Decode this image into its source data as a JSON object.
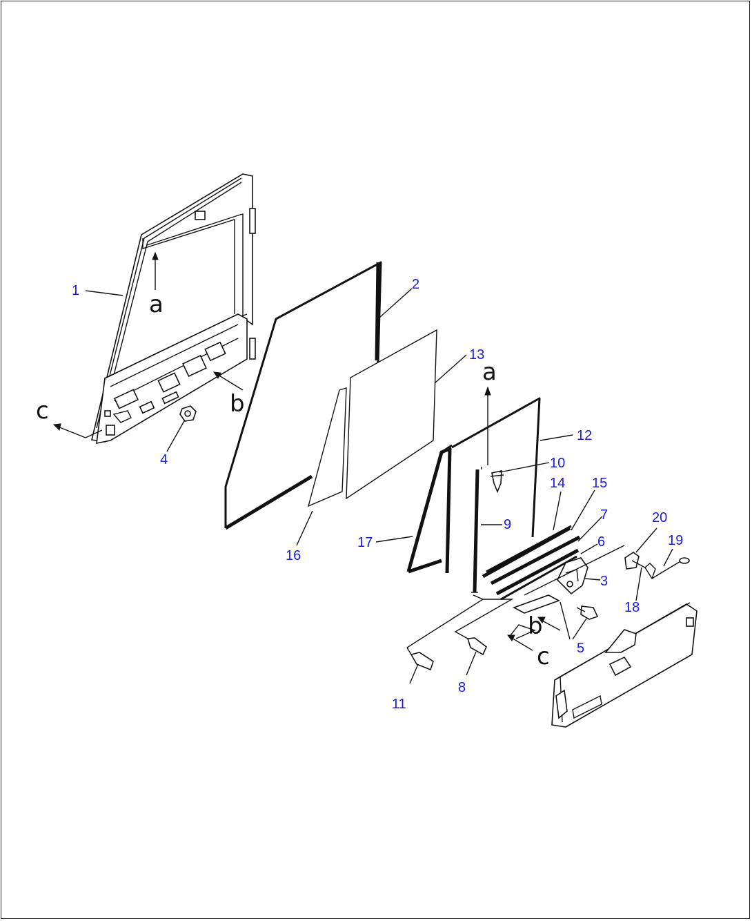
{
  "callouts": [
    {
      "id": "1",
      "text": "1"
    },
    {
      "id": "2",
      "text": "2"
    },
    {
      "id": "3",
      "text": "3"
    },
    {
      "id": "4",
      "text": "4"
    },
    {
      "id": "5",
      "text": "5"
    },
    {
      "id": "6",
      "text": "6"
    },
    {
      "id": "7",
      "text": "7"
    },
    {
      "id": "8",
      "text": "8"
    },
    {
      "id": "9",
      "text": "9"
    },
    {
      "id": "10",
      "text": "10"
    },
    {
      "id": "11",
      "text": "11"
    },
    {
      "id": "12",
      "text": "12"
    },
    {
      "id": "13",
      "text": "13"
    },
    {
      "id": "14",
      "text": "14"
    },
    {
      "id": "15",
      "text": "15"
    },
    {
      "id": "16",
      "text": "16"
    },
    {
      "id": "17",
      "text": "17"
    },
    {
      "id": "18",
      "text": "18"
    },
    {
      "id": "19",
      "text": "19"
    },
    {
      "id": "20",
      "text": "20"
    }
  ],
  "reference_letters": {
    "a_upper": "a",
    "a_lower": "a",
    "b_upper": "b",
    "b_lower": "b",
    "c_upper": "c",
    "c_lower": "c"
  },
  "colors": {
    "callout": "#1a1ae6",
    "line": "#111111"
  }
}
